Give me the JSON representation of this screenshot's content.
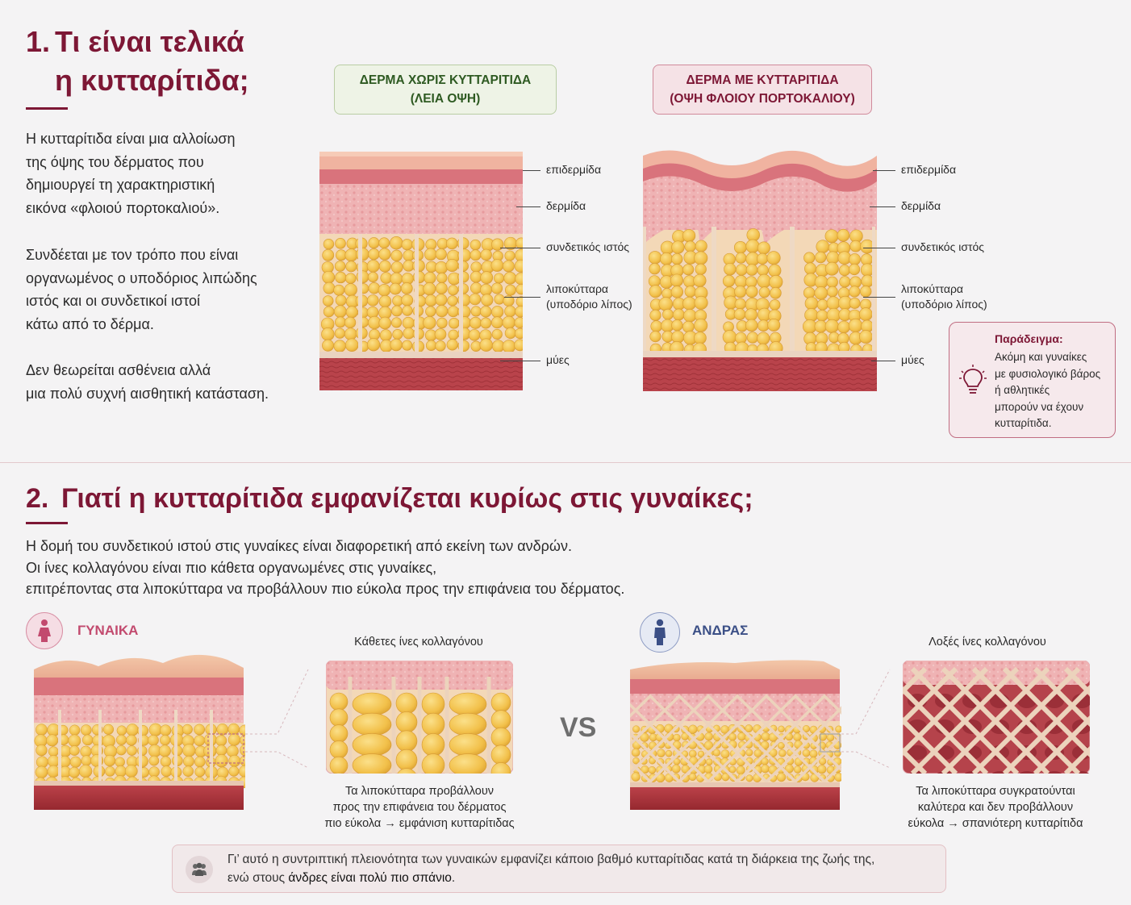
{
  "section1": {
    "title_num": "1.",
    "title_line1": "Τι είναι τελικά",
    "title_line2": "η κυτταρίτιδα;",
    "paragraph1": "Η κυτταρίτιδα είναι μια αλλοίωση\nτης όψης του δέρματος που\nδημιουργεί τη χαρακτηριστική\nεικόνα «φλοιού πορτοκαλιού».",
    "paragraph2": "Συνδέεται με τον τρόπο που είναι\nοργανωμένος ο υποδόριος λιπώδης\nιστός και οι συνδετικοί ιστοί\nκάτω από το δέρμα.",
    "paragraph3": "Δεν θεωρείται ασθένεια αλλά\nμια πολύ συχνή αισθητική κατάσταση.",
    "smooth_label": "ΔΕΡΜΑ ΧΩΡΙΣ ΚΥΤΤΑΡΙΤΙΔΑ\n(ΛΕΙΑ ΟΨΗ)",
    "cellulite_label": "ΔΕΡΜΑ ΜΕ ΚΥΤΤΑΡΙΤΙΔΑ\n(ΟΨΗ ΦΛΟΙΟΥ ΠΟΡΤΟΚΑΛΙΟΥ)",
    "layers": {
      "epidermis": "επιδερμίδα",
      "dermis": "δερμίδα",
      "connective": "συνδετικός ιστός",
      "fat": "λιποκύτταρα\n(υποδόριο λίπος)",
      "muscle": "μύες"
    },
    "example_title": "Παράδειγμα:",
    "example_text": "Ακόμη και γυναίκες\nμε φυσιολογικό βάρος\nή αθλητικές\nμπορούν να έχουν\nκυτταρίτιδα."
  },
  "section2": {
    "title_num": "2.",
    "title": "Γιατί η κυτταρίτιδα εμφανίζεται κυρίως στις γυναίκες;",
    "intro": "Η δομή του συνδετικού ιστού στις γυναίκες είναι διαφορετική από εκείνη των ανδρών.\nΟι ίνες κολλαγόνου είναι πιο κάθετα οργανωμένες στις γυναίκες,\nεπιτρέποντας στα λιποκύτταρα να προβάλλουν πιο εύκολα προς την επιφάνεια του δέρματος.",
    "woman_label": "ΓΥΝΑΙΚΑ",
    "man_label": "ΑΝΔΡΑΣ",
    "woman_zoom_title": "Κάθετες ίνες κολλαγόνου",
    "man_zoom_title": "Λοξές ίνες κολλαγόνου",
    "vs": "VS",
    "woman_caption": "Τα λιποκύτταρα προβάλλουν\nπρος την επιφάνεια του δέρματος\nπιο εύκολα → εμφάνιση κυτταρίτιδας",
    "man_caption": "Τα λιποκύτταρα συγκρατούνται\nκαλύτερα και δεν προβάλλουν\nεύκολα → σπανιότερη κυτταρίτιδα",
    "footer_line1": "Γι’ αυτό η συντριπτική πλειονότητα των γυναικών εμφανίζει κάποιο βαθμό κυτταρίτιδας κατά τη διάρκεια της ζωής της,",
    "footer_line2_pre": "ενώ στους ",
    "footer_line2_bold": "άνδρες είναι πολύ πιο σπάνιο",
    "footer_line2_post": "."
  },
  "colors": {
    "title": "#7d1735",
    "woman": "#c24a6e",
    "man": "#3b4f86",
    "fat": "#f2c04a",
    "skin": "#e9a1a3",
    "muscle": "#b7434a"
  }
}
